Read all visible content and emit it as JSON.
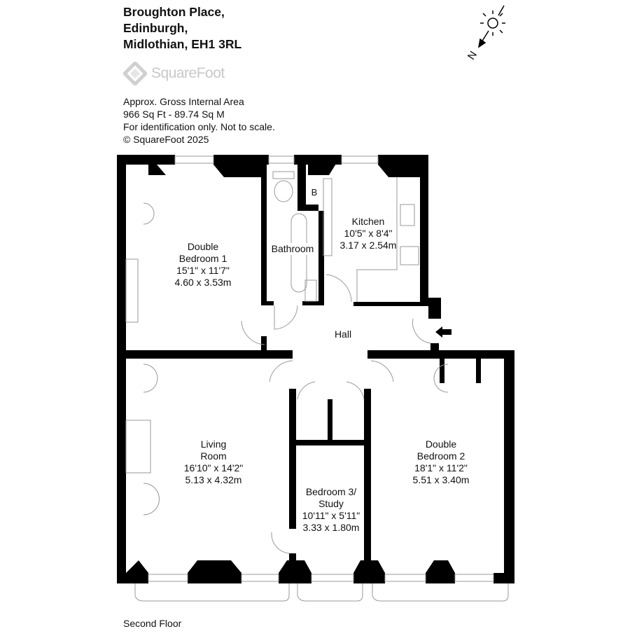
{
  "address": {
    "line1": "Broughton Place,",
    "line2": "Edinburgh,",
    "line3": "Midlothian, EH1 3RL"
  },
  "logo": {
    "text": "SquareFoot"
  },
  "info": {
    "line1": "Approx. Gross Internal Area",
    "line2": "966 Sq Ft  -  89.74 Sq M",
    "line3": "For identification only. Not to scale.",
    "line4": "© SquareFoot 2025"
  },
  "compass": {
    "label": "N",
    "icon": "compass-sun-icon"
  },
  "rooms": {
    "bedroom1": {
      "name1": "Double",
      "name2": "Bedroom 1",
      "imperial": "15'1\" x 11'7\"",
      "metric": "4.60 x 3.53m"
    },
    "bathroom": {
      "name": "Bathroom"
    },
    "boiler": {
      "label": "B"
    },
    "kitchen": {
      "name": "Kitchen",
      "imperial": "10'5\" x 8'4\"",
      "metric": "3.17 x 2.54m"
    },
    "hall": {
      "name": "Hall"
    },
    "living": {
      "name1": "Living",
      "name2": "Room",
      "imperial": "16'10\" x 14'2\"",
      "metric": "5.13 x 4.32m"
    },
    "bedroom3": {
      "name1": "Bedroom 3/",
      "name2": "Study",
      "imperial": "10'11\" x 5'11\"",
      "metric": "3.33 x 1.80m"
    },
    "bedroom2": {
      "name1": "Double",
      "name2": "Bedroom 2",
      "imperial": "18'1\" x 11'2\"",
      "metric": "5.51 x 3.40m"
    }
  },
  "floor_label": "Second Floor",
  "colors": {
    "wall": "#000000",
    "logo": "#c8c8c8"
  }
}
